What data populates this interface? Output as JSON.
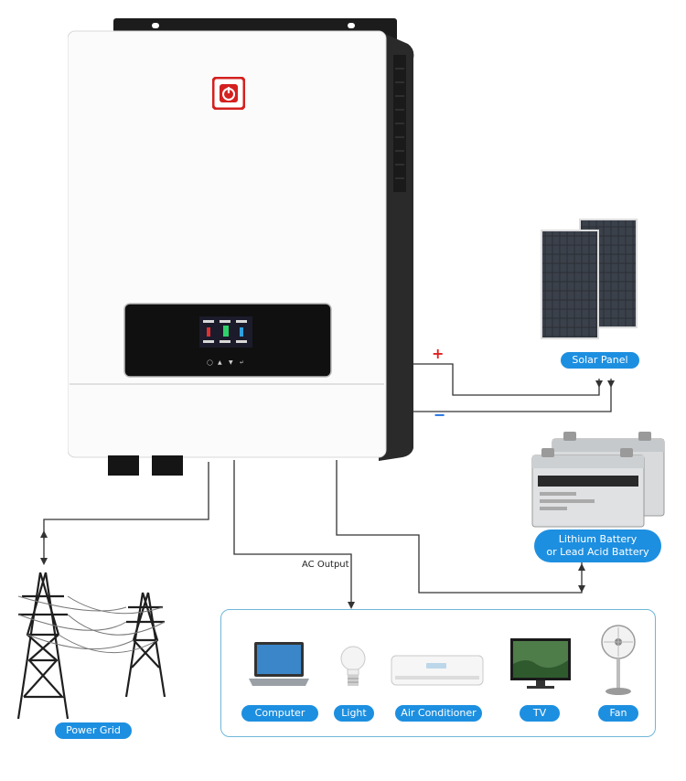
{
  "colors": {
    "accent": "#1d8fe0",
    "brand_red": "#d42020",
    "plus": "#e02020",
    "minus": "#1d6fe0",
    "frame": "#6fb7d8"
  },
  "inverter": {
    "logo_icon": "power-icon",
    "buttons": [
      "⏻",
      "▲",
      "▼",
      "↵"
    ]
  },
  "solar": {
    "label": "Solar Panel",
    "plus": "+",
    "minus": "−"
  },
  "battery": {
    "label_line1": "Lithium Battery",
    "label_line2": "or Lead Acid Battery"
  },
  "grid": {
    "label": "Power Grid"
  },
  "ac_output": {
    "label": "AC Output"
  },
  "loads": [
    {
      "label": "Computer",
      "icon": "laptop-icon"
    },
    {
      "label": "Light",
      "icon": "lightbulb-icon"
    },
    {
      "label": "Air Conditioner",
      "icon": "air-conditioner-icon"
    },
    {
      "label": "TV",
      "icon": "tv-icon"
    },
    {
      "label": "Fan",
      "icon": "fan-icon"
    }
  ]
}
